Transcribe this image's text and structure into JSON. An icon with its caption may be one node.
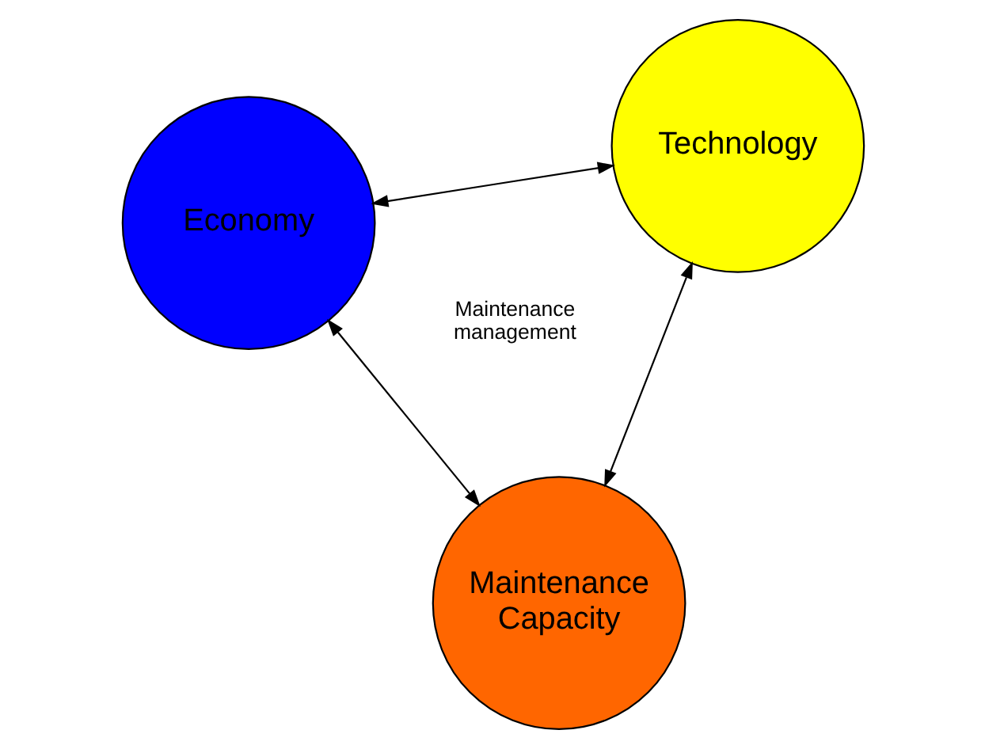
{
  "diagram": {
    "nodes": [
      {
        "text": [
          "Economy"
        ]
      },
      {
        "text": [
          "Technology"
        ]
      },
      {
        "text": [
          "Maintenance Capacity"
        ]
      }
    ],
    "edges": [
      {
        "from": 0,
        "to": 1,
        "arrow": "both"
      },
      {
        "from": 0,
        "to": 2,
        "arrow": "both"
      },
      {
        "from": 1,
        "to": 2,
        "arrow": "both"
      }
    ],
    "labels": [
      "Maintenance management"
    ]
  }
}
